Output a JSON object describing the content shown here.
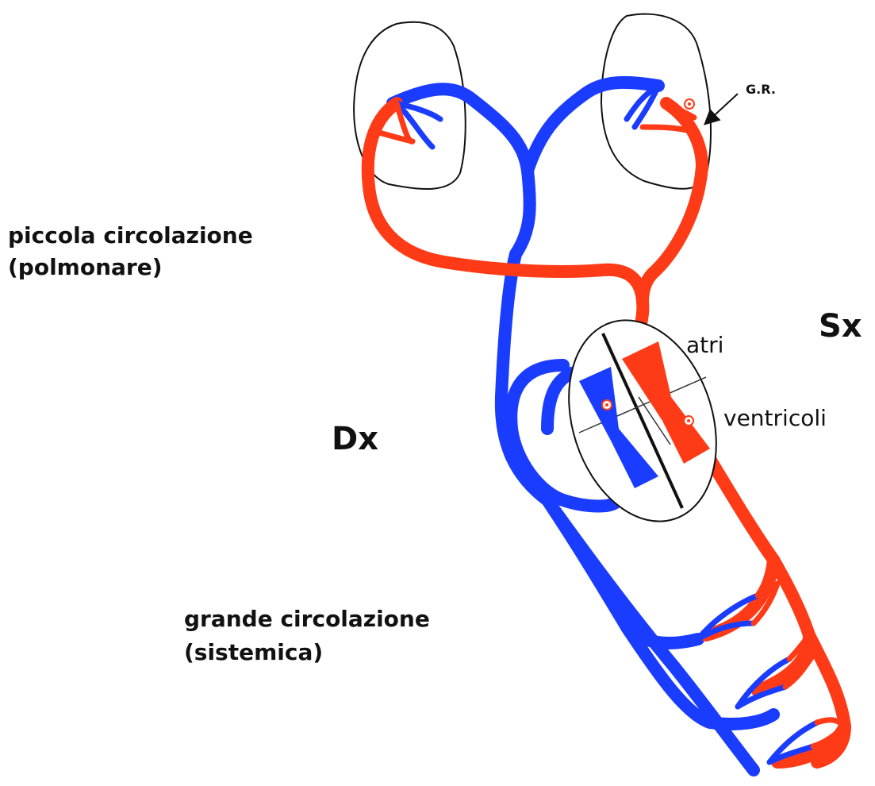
{
  "labels": {
    "pulmonary_line1": "piccola circolazione",
    "pulmonary_line2": "(polmonare)",
    "systemic_line1": "grande circolazione",
    "systemic_line2": "(sistemica)",
    "right_side": "Dx",
    "left_side": "Sx",
    "atria": "atri",
    "ventricles": "ventricoli",
    "gr": "G.R."
  },
  "colors": {
    "arterial": "#ff3a17",
    "venous": "#1a3cff",
    "outline": "#111111"
  }
}
